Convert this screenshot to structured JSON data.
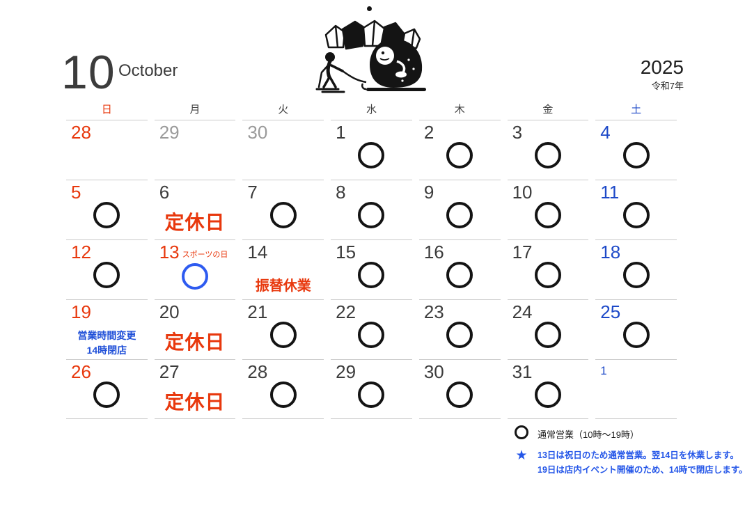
{
  "header": {
    "month_number": "10",
    "month_name": "October",
    "year": "2025",
    "era": "令和7年"
  },
  "calendar": {
    "weekdays": [
      "日",
      "月",
      "火",
      "水",
      "木",
      "金",
      "土"
    ],
    "rows": [
      [
        {
          "day": "28"
        },
        {
          "day": "29"
        },
        {
          "day": "30"
        },
        {
          "day": "1"
        },
        {
          "day": "2"
        },
        {
          "day": "3"
        },
        {
          "day": "4"
        }
      ],
      [
        {
          "day": "5"
        },
        {
          "day": "6",
          "note": "定休日"
        },
        {
          "day": "7"
        },
        {
          "day": "8"
        },
        {
          "day": "9"
        },
        {
          "day": "10"
        },
        {
          "day": "11"
        }
      ],
      [
        {
          "day": "12"
        },
        {
          "day": "13",
          "sub": "スポーツの日"
        },
        {
          "day": "14",
          "note": "振替休業"
        },
        {
          "day": "15"
        },
        {
          "day": "16"
        },
        {
          "day": "17"
        },
        {
          "day": "18"
        }
      ],
      [
        {
          "day": "19",
          "note1": "営業時間変更",
          "note2": "14時閉店"
        },
        {
          "day": "20",
          "note": "定休日"
        },
        {
          "day": "21"
        },
        {
          "day": "22"
        },
        {
          "day": "23"
        },
        {
          "day": "24"
        },
        {
          "day": "25"
        }
      ],
      [
        {
          "day": "26"
        },
        {
          "day": "27",
          "note": "定休日"
        },
        {
          "day": "28"
        },
        {
          "day": "29"
        },
        {
          "day": "30"
        },
        {
          "day": "31"
        },
        {
          "day": "1"
        }
      ]
    ]
  },
  "legend": {
    "circle_label": "通常営業（10時〜19時）",
    "star_glyph": "★",
    "star_line1": "13日は祝日のため通常営業。翌14日を休業します。",
    "star_line2": "19日は店内イベント開催のため、14時で閉店します。"
  },
  "icons": {
    "mascot": "skier-pulling-snow-creature-on-sled",
    "legend_circle": "open-circle-icon",
    "legend_star": "star-icon"
  },
  "colors": {
    "red": "#e8380d",
    "saturday_blue": "#1d49c8",
    "note_blue": "#2050d8",
    "circle_blue": "#2e5bf0",
    "star_blue": "#2456e8",
    "circle_black": "#141414",
    "muted_gray": "#9a9a9a",
    "grid_line": "#c9c9c9"
  }
}
